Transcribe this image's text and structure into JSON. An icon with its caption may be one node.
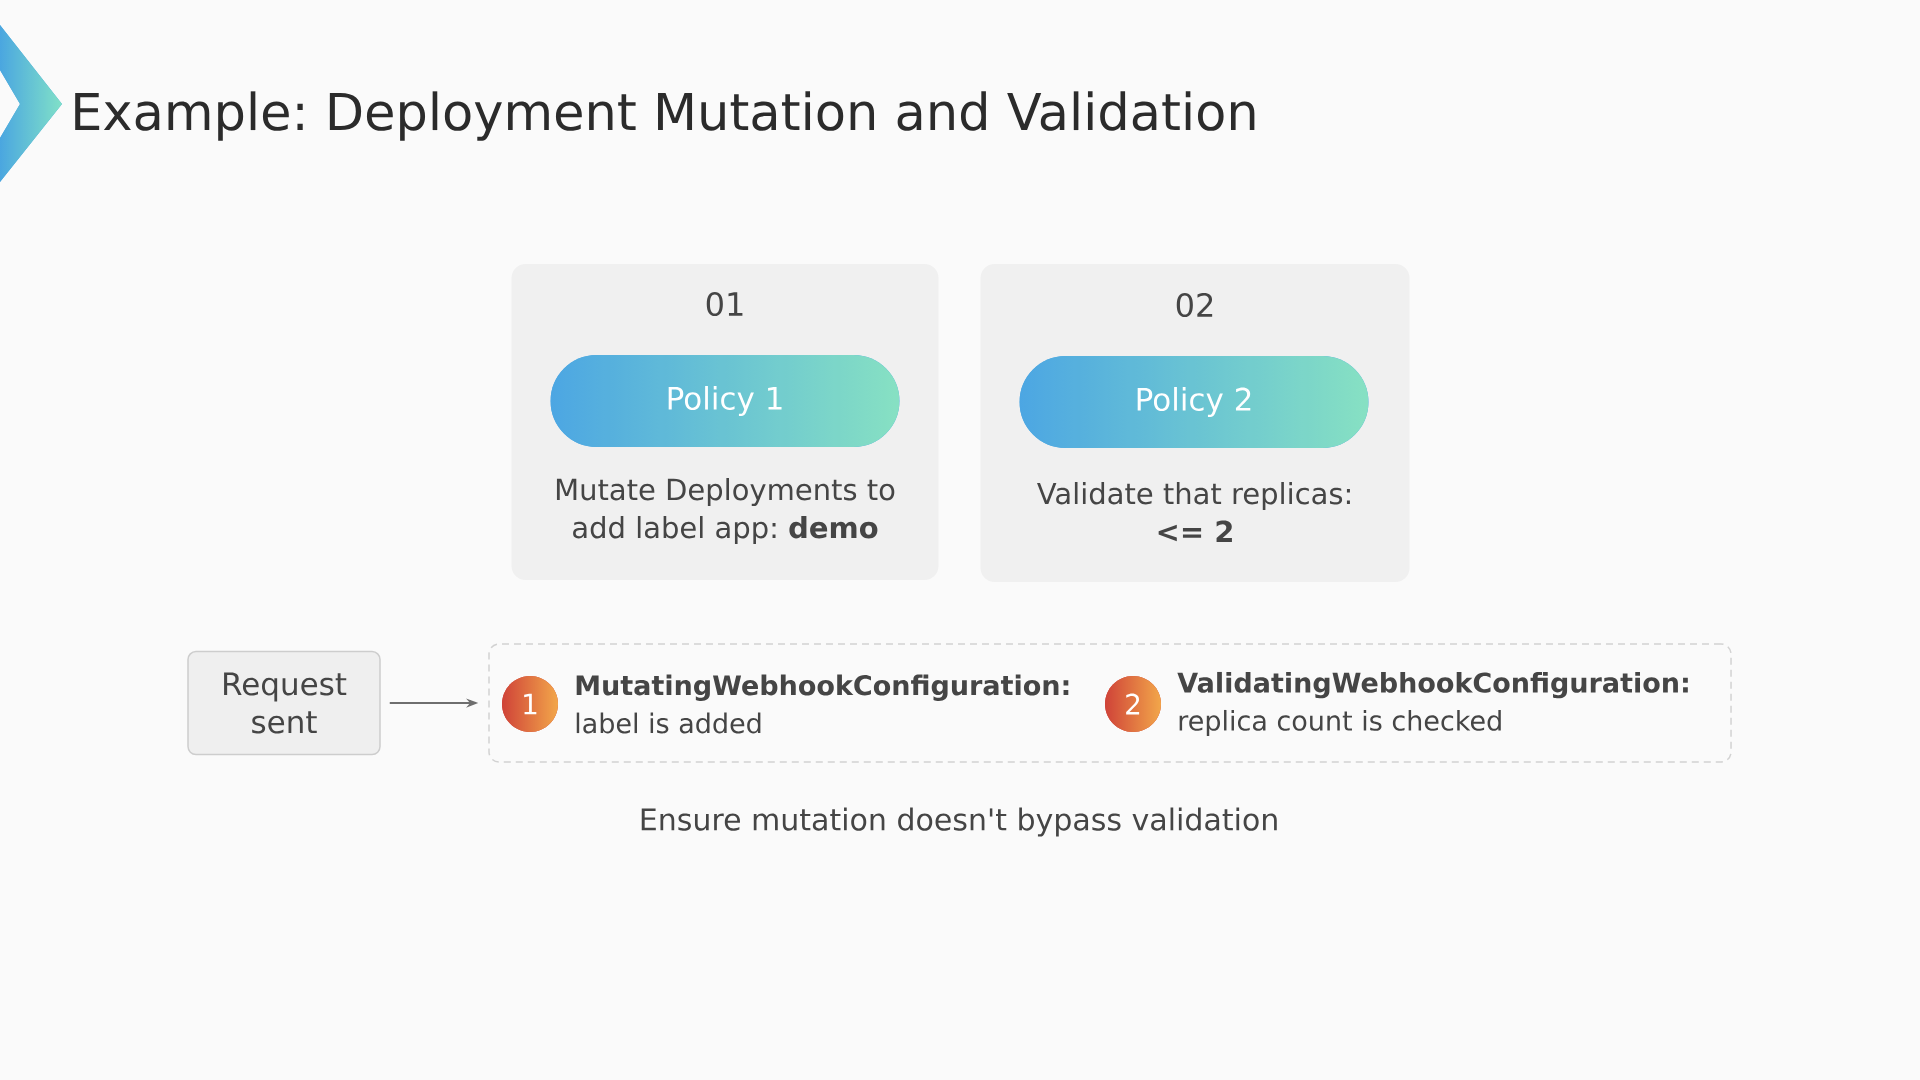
{
  "diagram": {
    "title": "Example: Deployment Mutation and Validation",
    "nodes": [
      {
        "text": [
          "01",
          "Mutate Deployments to add label app: **demo**"
        ]
      },
      {
        "text": [
          "Policy 1"
        ],
        "in": 0
      },
      {
        "text": [
          "02",
          "Validate that replicas: **<= 2**"
        ]
      },
      {
        "text": [
          "Policy 2"
        ],
        "in": 2
      },
      {
        "text": [
          "Request sent"
        ]
      },
      {
        "text": [],
        "shape": "box"
      },
      {
        "text": [
          "1"
        ],
        "beside": [
          "**MutatingWebhookConfiguration:** label is added"
        ],
        "in": 5
      },
      {
        "text": [
          "2"
        ],
        "beside": [
          "**ValidatingWebhookConfiguration:** replica count is checked"
        ],
        "in": 5
      }
    ],
    "edges": [
      {
        "from": 4,
        "to": 5,
        "arrow": "to"
      }
    ],
    "labels": [
      "Ensure mutation doesn't bypass validation"
    ]
  }
}
